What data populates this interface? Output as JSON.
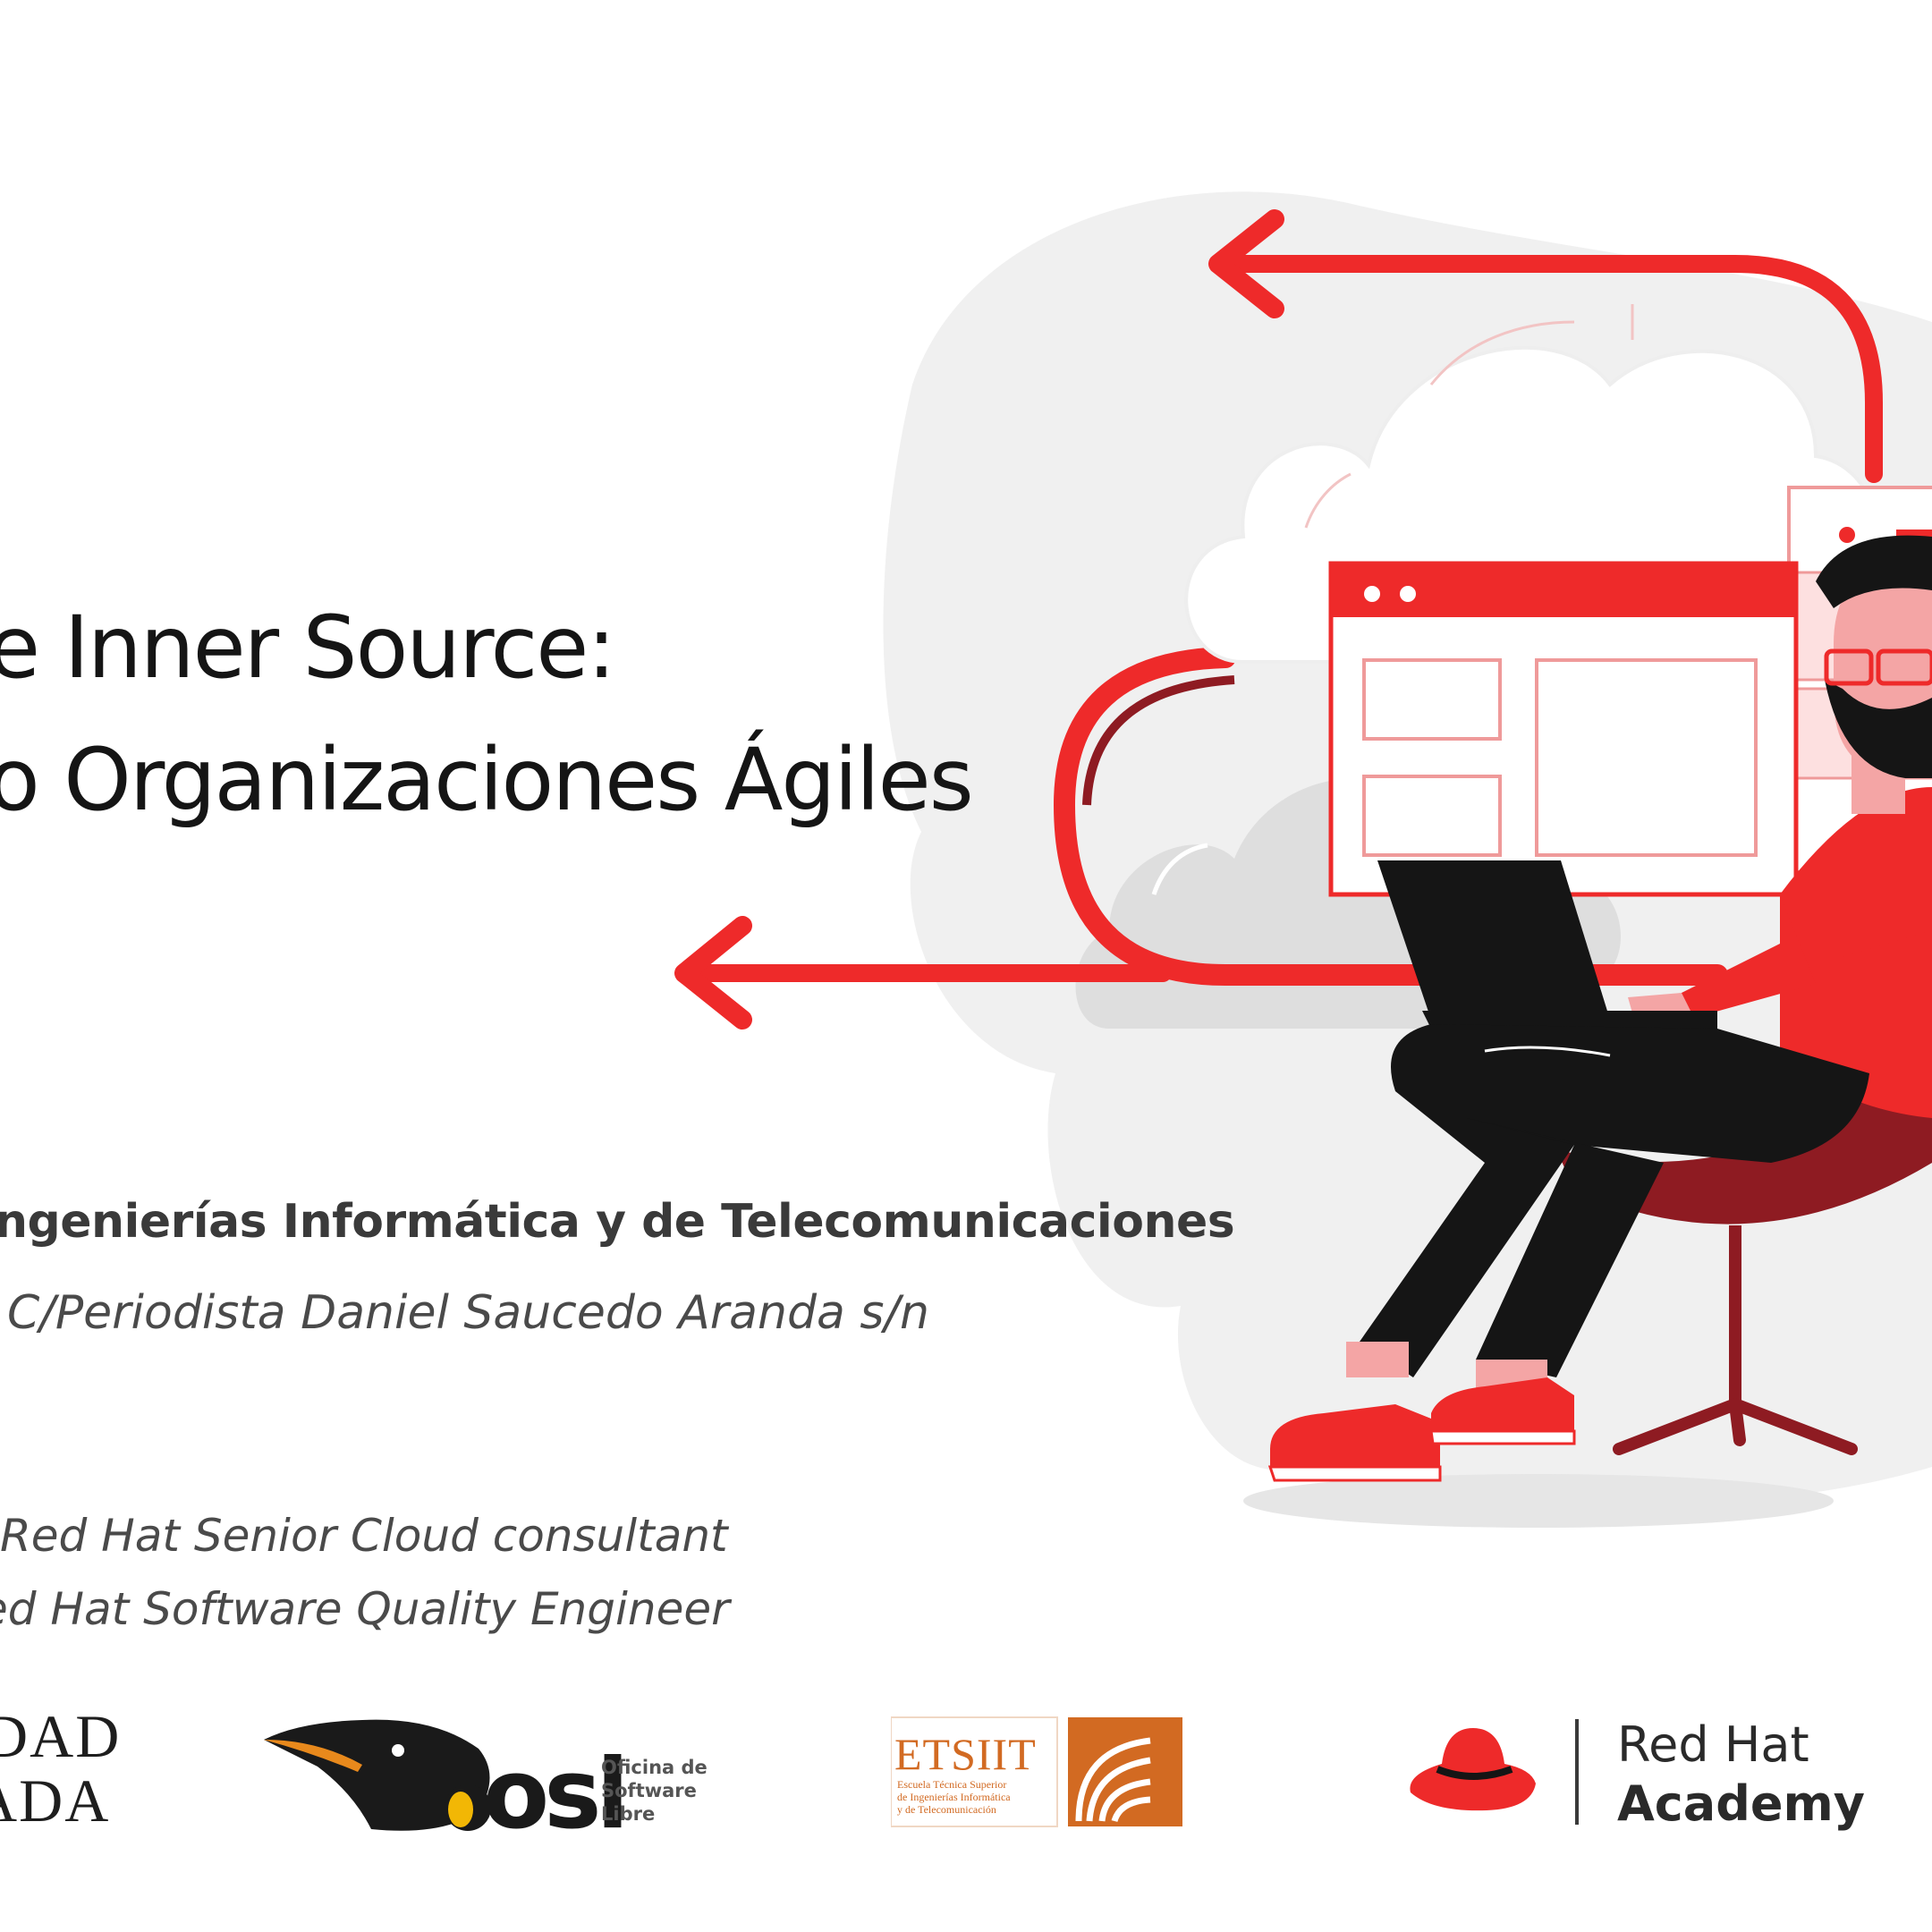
{
  "title": {
    "line1": "e Inner Source:",
    "line2": "o Organizaciones Ágiles"
  },
  "venue": {
    "name": "ngenierías Informática y de Telecomunicaciones",
    "address": "C/Periodista Daniel Saucedo Aranda s/n"
  },
  "speakers": [
    {
      "role": "Red Hat Senior Cloud consultant"
    },
    {
      "role": "ed Hat Software Quality Engineer"
    }
  ],
  "logos": {
    "ugr": {
      "line1": "DAD",
      "line2": "ADA"
    },
    "osl": {
      "mark": "osl",
      "line1": "Oficina de",
      "line2": "Software",
      "line3": "Libre"
    },
    "etsiit": {
      "name": "ETSIIT",
      "sub1": "Escuela Técnica Superior",
      "sub2": "de Ingenierías Informática",
      "sub3": "y de Telecomunicación"
    },
    "redhat": {
      "line1": "Red Hat",
      "line2": "Academy"
    }
  },
  "colors": {
    "brand_red": "#ee2a2a",
    "dark_red": "#8e1b22",
    "light_gray": "#f0f0f0",
    "etsiit_orange": "#d26a22"
  }
}
